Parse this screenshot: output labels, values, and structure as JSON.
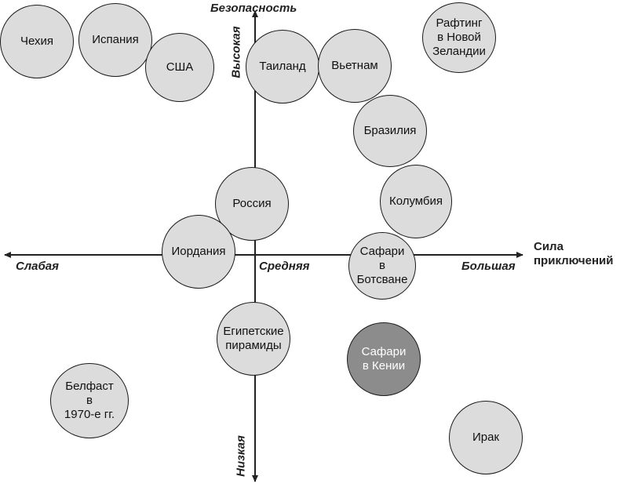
{
  "axes": {
    "y_top_title": "Безопасность",
    "y_high": "Высокая",
    "y_low": "Низкая",
    "x_left": "Слабая",
    "x_middle": "Средняя",
    "x_right": "Большая",
    "x_title": "Сила\nприключений"
  },
  "bubbles": [
    {
      "label": "Чехия",
      "style": "normal"
    },
    {
      "label": "Испания",
      "style": "normal"
    },
    {
      "label": "США",
      "style": "normal"
    },
    {
      "label": "Таиланд",
      "style": "normal"
    },
    {
      "label": "Вьетнам",
      "style": "normal"
    },
    {
      "label": "Рафтинг\nв Новой\nЗеландии",
      "style": "normal"
    },
    {
      "label": "Бразилия",
      "style": "normal"
    },
    {
      "label": "Колумбия",
      "style": "normal"
    },
    {
      "label": "Россия",
      "style": "normal"
    },
    {
      "label": "Иордания",
      "style": "normal"
    },
    {
      "label": "Сафари\nв\nБотсване",
      "style": "normal"
    },
    {
      "label": "Египетские\nпирамиды",
      "style": "normal"
    },
    {
      "label": "Сафари\nв Кении",
      "style": "highlight"
    },
    {
      "label": "Белфаст\nв\n1970-е гг.",
      "style": "normal"
    },
    {
      "label": "Ирак",
      "style": "normal"
    }
  ],
  "colors": {
    "bubble_fill": "#dcdcdc",
    "highlight_fill": "#8c8c8c",
    "stroke": "#1a1a1a"
  }
}
